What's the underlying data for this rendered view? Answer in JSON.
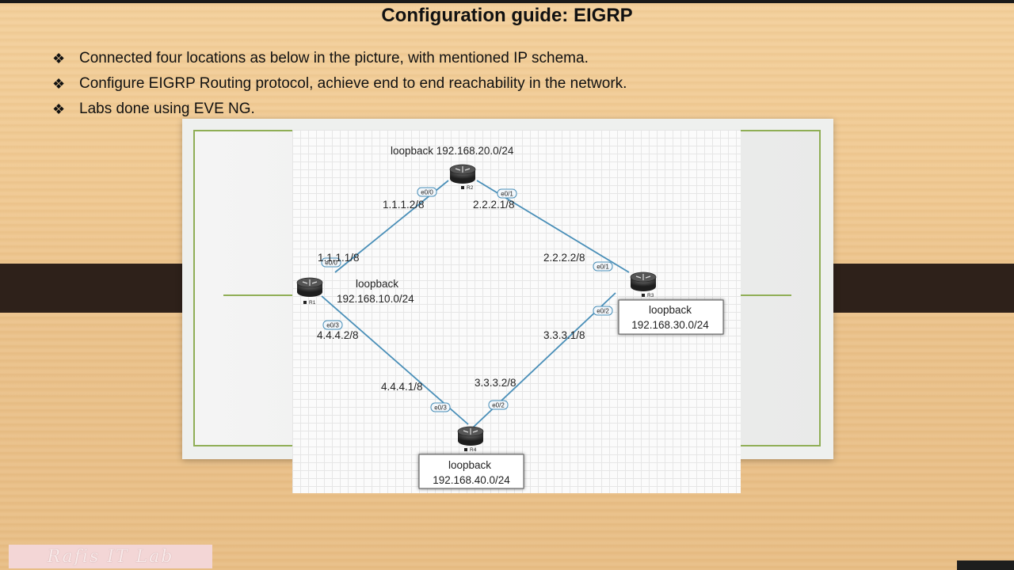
{
  "title": "Configuration guide:  EIGRP",
  "bullets": [
    "Connected four locations as below in the picture, with mentioned IP schema.",
    "Configure EIGRP Routing protocol, achieve end to end  reachability in  the network.",
    "Labs done using EVE NG."
  ],
  "bullet_icon": "diamond-bullet-icon",
  "watermark": "Rafis IT Lab",
  "colors": {
    "link": "#4a8fb8",
    "frame_green": "#8fae55",
    "router": "#3a3a3a"
  },
  "diagram": {
    "routers": {
      "r1": "R1",
      "r2": "R2",
      "r3": "R3",
      "r4": "R4"
    },
    "loopbacks": {
      "r2": "loopback 192.168.20.0/24",
      "r1_label": "loopback",
      "r1_net": "192.168.10.0/24",
      "r3_label": "loopback",
      "r3_net": "192.168.30.0/24",
      "r4_label": "loopback",
      "r4_net": "192.168.40.0/24"
    },
    "ips": {
      "r2_e00": "1.1.1.2/8",
      "r2_e01": "2.2.2.1/8",
      "r1_e00": "1.1.1.1/8",
      "r3_e01": "2.2.2.2/8",
      "r1_e03": "4.4.4.2/8",
      "r3_e02": "3.3.3.1/8",
      "r4_e03": "4.4.4.1/8",
      "r4_e02": "3.3.3.2/8"
    },
    "ports": {
      "r2_e00": "e0/0",
      "r2_e01": "e0/1",
      "r1_e00": "e0/0",
      "r1_e03": "e0/3",
      "r3_e01": "e0/1",
      "r3_e02": "e0/2",
      "r4_e03": "e0/3",
      "r4_e02": "e0/2"
    }
  }
}
